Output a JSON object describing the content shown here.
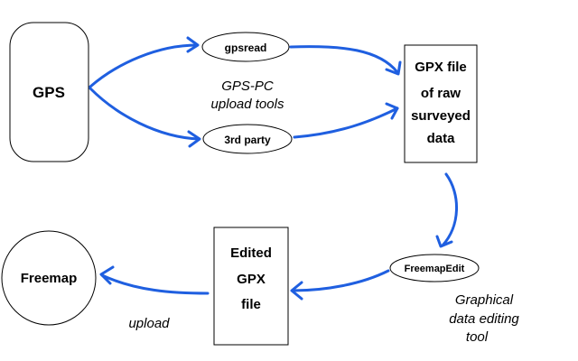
{
  "nodes": {
    "gps": {
      "label": "GPS"
    },
    "gpsread": {
      "label": "gpsread"
    },
    "third_party": {
      "label": "3rd party"
    },
    "gpx_raw": {
      "lines": [
        "GPX file",
        "of raw",
        "surveyed",
        "data"
      ]
    },
    "freemapedit": {
      "label": "FreemapEdit"
    },
    "edited_gpx": {
      "lines": [
        "Edited",
        "GPX",
        "file"
      ]
    },
    "freemap": {
      "label": "Freemap"
    }
  },
  "annotations": {
    "upload_tools": [
      "GPS-PC",
      "upload tools"
    ],
    "editing_tool": [
      "Graphical",
      "data editing",
      "tool"
    ],
    "upload": "upload"
  },
  "colors": {
    "arrow": "#1f5fe0",
    "stroke": "#000000",
    "background": "#ffffff"
  }
}
